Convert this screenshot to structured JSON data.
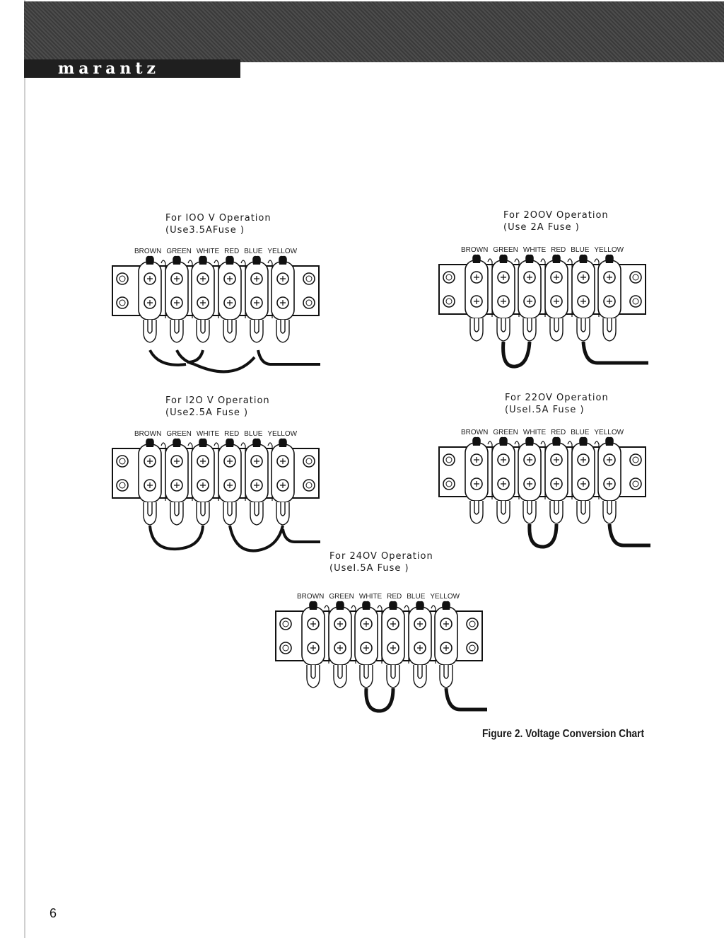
{
  "brand": "marantz",
  "panels": [
    {
      "title": "For IOO V Operation",
      "fuse": "(Use3.5AFuse        )",
      "wires": [
        "BROWN",
        "GREEN",
        "WHITE",
        "RED",
        "BLUE",
        "YELLOW"
      ]
    },
    {
      "title": "For 2OOV Operation",
      "fuse": "(Use 2A Fuse        )",
      "wires": [
        "BROWN",
        "GREEN",
        "WHITE",
        "RED",
        "BLUE",
        "YELLOW"
      ]
    },
    {
      "title": "For I2O V Operation",
      "fuse": "(Use2.5A Fuse       )",
      "wires": [
        "BROWN",
        "GREEN",
        "WHITE",
        "RED",
        "BLUE",
        "YELLOW"
      ]
    },
    {
      "title": "For 22OV Operation",
      "fuse": "(UseI.5A Fuse       )",
      "wires": [
        "BROWN",
        "GREEN",
        "WHITE",
        "RED",
        "BLUE",
        "YELLOW"
      ]
    },
    {
      "title": "For 24OV Operation",
      "fuse": "(UseI.5A  Fuse      )",
      "wires": [
        "BROWN",
        "GREEN",
        "WHITE",
        "RED",
        "BLUE",
        "YELLOW"
      ]
    }
  ],
  "caption": "Figure 2. Voltage Conversion Chart",
  "page_number": "6"
}
